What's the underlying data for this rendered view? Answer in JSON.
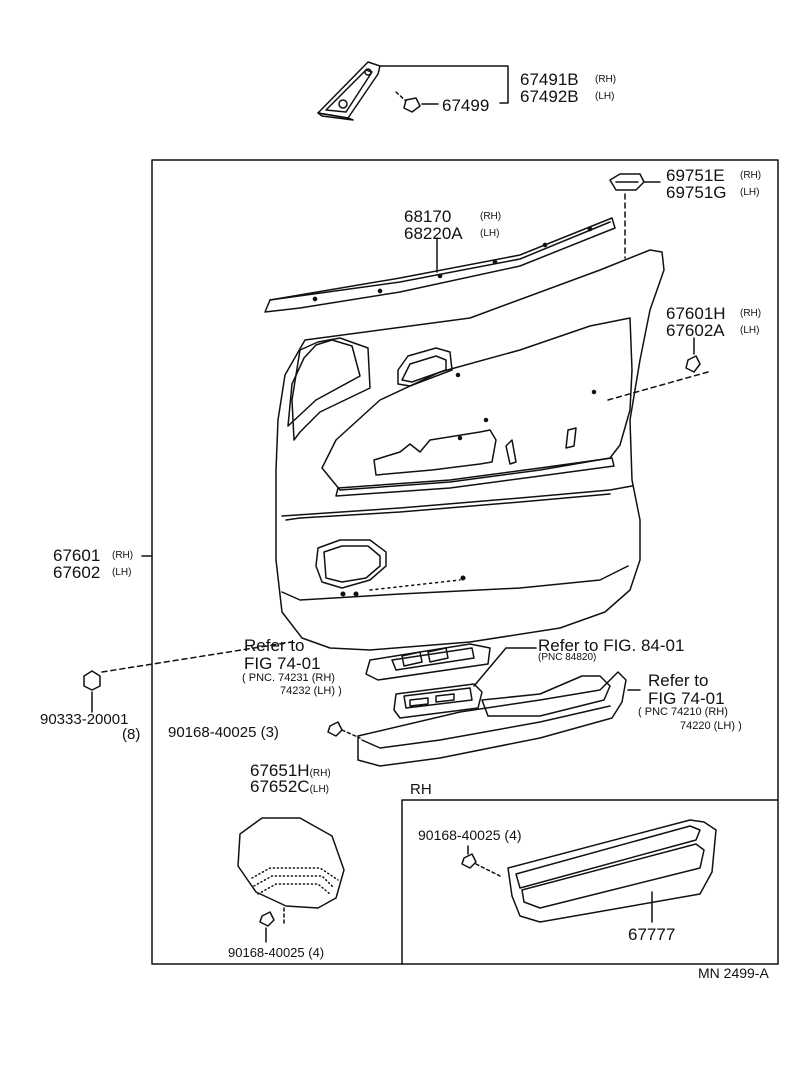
{
  "labels": {
    "p67491b": "67491B",
    "p67491b_q": "(RH)",
    "p67492b": "67492B",
    "p67492b_q": "(LH)",
    "p67499": "67499",
    "p69751e": "69751E",
    "p69751e_q": "(RH)",
    "p69751g": "69751G",
    "p69751g_q": "(LH)",
    "p68170": "68170",
    "p68170_q": "(RH)",
    "p68220a": "68220A",
    "p68220a_q": "(LH)",
    "p67601h": "67601H",
    "p67601h_q": "(RH)",
    "p67602a": "67602A",
    "p67602a_q": "(LH)",
    "p67601": "67601",
    "p67601_q": "(RH)",
    "p67602": "67602",
    "p67602_q": "(LH)",
    "p90333": "90333-20001",
    "p90333_qty": "(8)",
    "ref1_line1": "Refer to",
    "ref1_line2": "FIG 74-01",
    "ref1_pnc": "PNC. 74231 (RH)",
    "ref1_pnc2": "74232 (LH)",
    "ref2_line1": "Refer to FIG. 84-01",
    "ref2_pnc": "(PNC 84820)",
    "ref3_line1": "Refer to",
    "ref3_line2": "FIG 74-01",
    "ref3_pnc": "PNC 74210 (RH)",
    "ref3_pnc2": "74220 (LH)",
    "p90168_3": "90168-40025 (3)",
    "p67651h": "67651H",
    "p67651h_q": "(RH)",
    "p67652c": "67652C",
    "p67652c_q": "(LH)",
    "p90168_4a": "90168-40025 (4)",
    "rh_box": "RH",
    "p90168_4b": "90168-40025 (4)",
    "p67777": "67777",
    "mn": "MN 2499-A"
  }
}
